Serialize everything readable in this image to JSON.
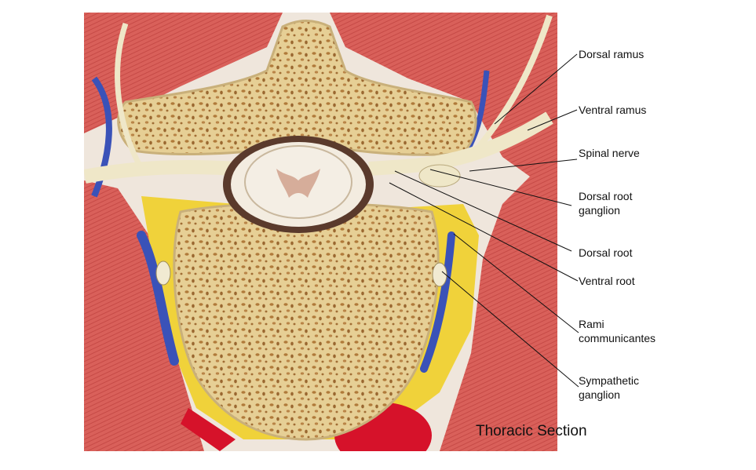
{
  "labels": {
    "dorsal_ramus": "Dorsal ramus",
    "ventral_ramus": "Ventral ramus",
    "spinal_nerve": "Spinal nerve",
    "dorsal_root_ganglion_1": "Dorsal root",
    "dorsal_root_ganglion_2": "ganglion",
    "dorsal_root": "Dorsal root",
    "ventral_root": "Ventral root",
    "rami_communicantes_1": "Rami",
    "rami_communicantes_2": "communicantes",
    "sympathetic_ganglion_1": "Sympathetic",
    "sympathetic_ganglion_2": "ganglion"
  },
  "caption": "Thoracic Section",
  "colors": {
    "muscle": "#d9605a",
    "bone": "#e6cf95",
    "bone_pore": "#b07a3a",
    "vein": "#3a52b8",
    "artery": "#d6122a",
    "fat": "#f0d23a",
    "nerve": "#efe7c8",
    "cord_white": "#f4eee4",
    "cord_grey": "#d6ad9a"
  }
}
